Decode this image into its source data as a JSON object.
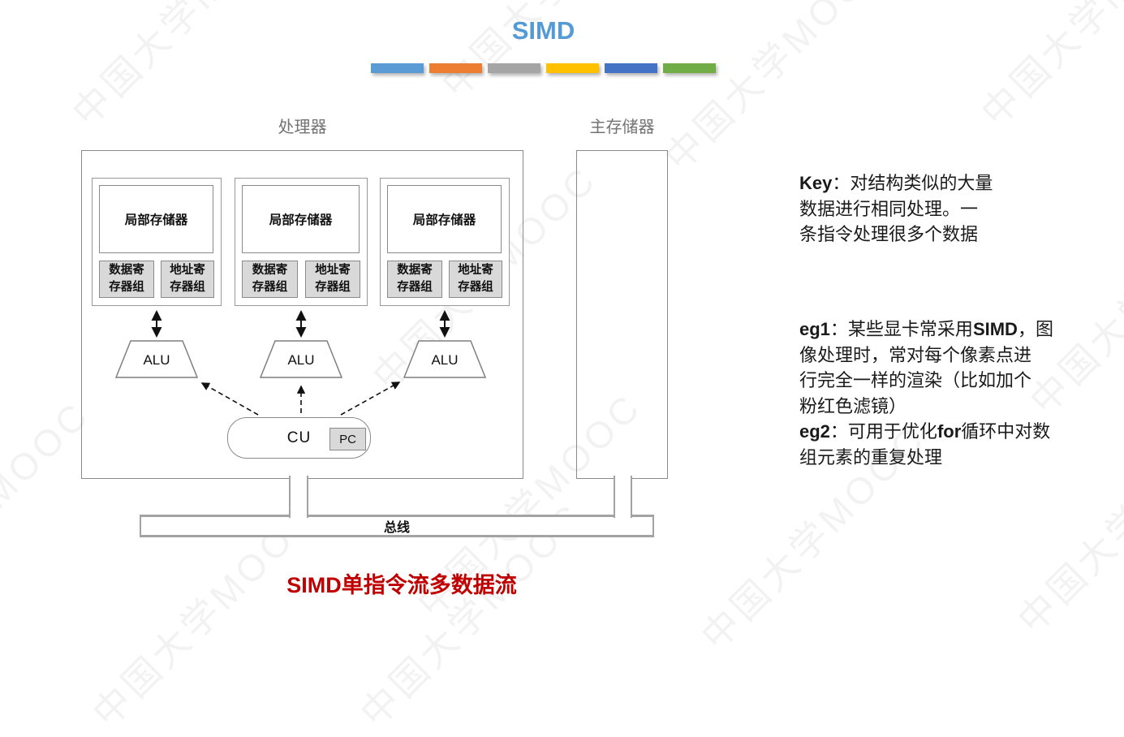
{
  "title": "SIMD",
  "title_color": "#549BD5",
  "header": {
    "bar_colors": [
      "#5B9BD5",
      "#ED7D31",
      "#A5A5A5",
      "#FFC000",
      "#4472C4",
      "#70AD47"
    ]
  },
  "watermark": {
    "text": "中国大学MOOC"
  },
  "diagram": {
    "processor_label": "处理器",
    "memory_label": "主存储器",
    "bus_label": "总线",
    "cu_label": "CU",
    "pc_label": "PC",
    "units": [
      {
        "local_memory": "局部存储器",
        "data_registers": "数据寄\n存器组",
        "address_registers": "地址寄\n存器组",
        "alu": "ALU"
      },
      {
        "local_memory": "局部存储器",
        "data_registers": "数据寄\n存器组",
        "address_registers": "地址寄\n存器组",
        "alu": "ALU"
      },
      {
        "local_memory": "局部存储器",
        "data_registers": "数据寄\n存器组",
        "address_registers": "地址寄\n存器组",
        "alu": "ALU"
      }
    ]
  },
  "caption": "SIMD单指令流多数据流",
  "caption_color": "#C00000",
  "right_panel": {
    "key_note": {
      "label": "Key",
      "line1": "：对结构类似的大量",
      "line2": "数据进行相同处理。一",
      "line3": "条指令处理很多个数据"
    },
    "eg_note": {
      "eg1_label": "eg1",
      "eg1_line1a": "：某些显卡常采用",
      "eg1_line1b": "SIMD",
      "eg1_line1c": "，图",
      "eg1_line2": "像处理时，常对每个像素点进",
      "eg1_line3": "行完全一样的渲染（比如加个",
      "eg1_line4": "粉红色滤镜）",
      "eg2_label": "eg2",
      "eg2_line1a": "：可用于优化",
      "eg2_line1b": "for",
      "eg2_line1c": "循环中对数",
      "eg2_line2": "组元素的重复处理"
    }
  }
}
